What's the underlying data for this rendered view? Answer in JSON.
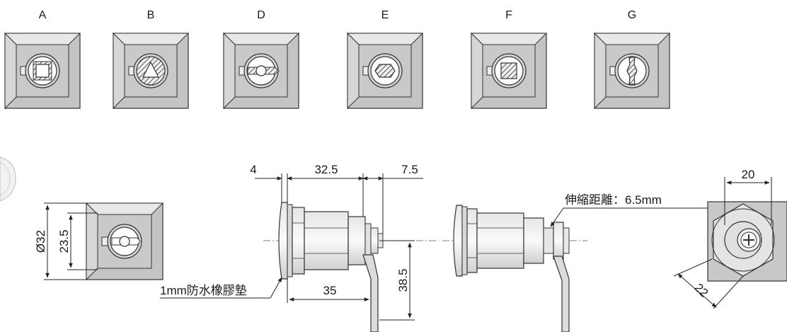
{
  "variants": [
    "A",
    "B",
    "D",
    "E",
    "F",
    "G"
  ],
  "dimensions": {
    "outer": "Ø32",
    "face": "23.5",
    "gasket_thickness": "4",
    "body_length": "32.5",
    "shaft_length": "7.5",
    "cam_offset": "35",
    "cam_length": "38.5",
    "rear_width": "20",
    "hex_across": "22"
  },
  "notes": {
    "gasket": "1mm防水橡膠墊",
    "retract": "伸縮距離：6.5mm"
  }
}
